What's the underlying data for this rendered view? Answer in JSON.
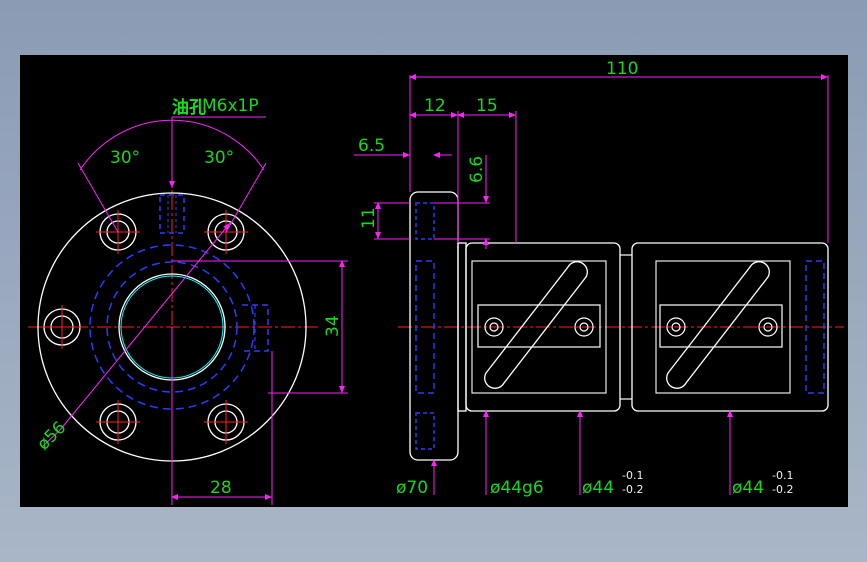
{
  "drawing": {
    "thread_note": "油孔",
    "thread_spec": "M6x1P",
    "angle_left": "30°",
    "angle_right": "30°",
    "dia_56": "ø56",
    "dim_34": "34",
    "dim_28": "28",
    "dim_110": "110",
    "dim_12": "12",
    "dim_15": "15",
    "dim_6_5": "6.5",
    "dim_6_6": "6.6",
    "dim_11": "11",
    "dia_70": "ø70",
    "dia_44g6": "ø44g6",
    "dia_44_a": "ø44",
    "tol_upper_a": "-0.1",
    "tol_lower_a": "-0.2",
    "dia_44_b": "ø44",
    "tol_upper_b": "-0.1",
    "tol_lower_b": "-0.2"
  },
  "colors": {
    "background": "#000000",
    "outline": "#ffffff",
    "hidden": "#2b3cff",
    "center": "#ff2020",
    "dimension": "#ff20ff",
    "text": "#16d81c",
    "accent": "#00ffff"
  }
}
